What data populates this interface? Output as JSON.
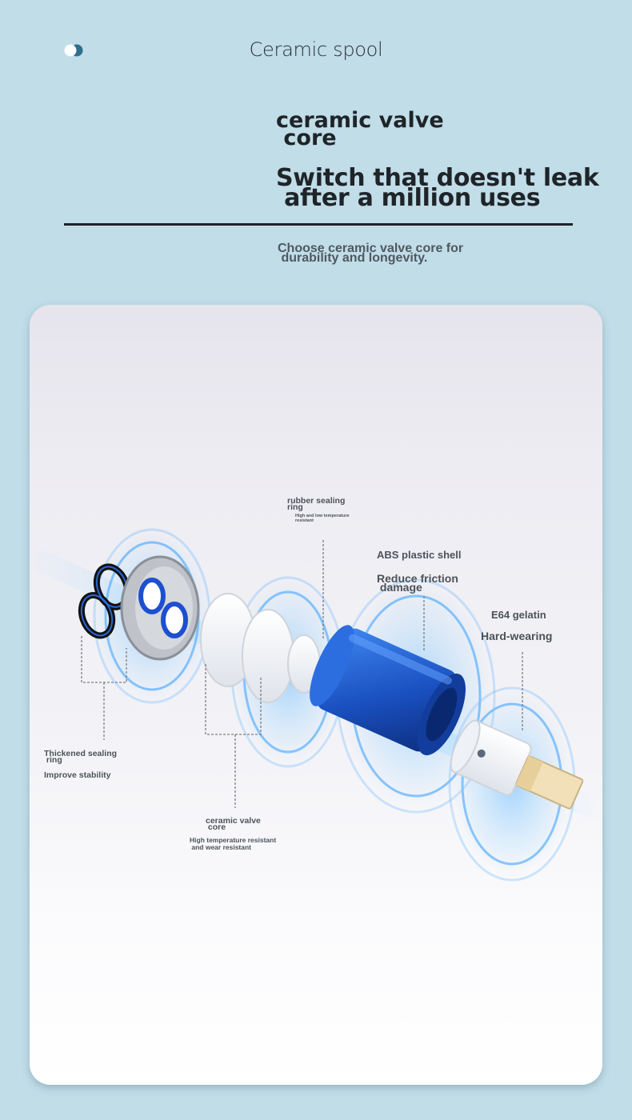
{
  "header": {
    "title": "Ceramic spool",
    "icon": "toggle-icon"
  },
  "headline": {
    "line1": "ceramic valve\n core",
    "line2": "Switch that doesn't leak\n after a million uses"
  },
  "subtitle": "Choose ceramic valve core for\n durability and longevity.",
  "callouts": {
    "rubber_ring_title": "rubber sealing\nring",
    "rubber_ring_note": "High and low temperature\nresistant",
    "abs_shell_title": "ABS plastic shell",
    "abs_shell_note": "Reduce friction\n damage",
    "e64_title": "E64 gelatin",
    "e64_note": "Hard-wearing",
    "thickened_ring_title": "Thickened sealing\n ring",
    "thickened_ring_note": "Improve stability",
    "ceramic_core_title": "ceramic valve\n core",
    "ceramic_core_note": "High temperature resistant\n and wear resistant"
  },
  "colors": {
    "background": "#c0dde8",
    "accent_blue": "#1f5fcf",
    "text_dark": "#1f2428"
  }
}
